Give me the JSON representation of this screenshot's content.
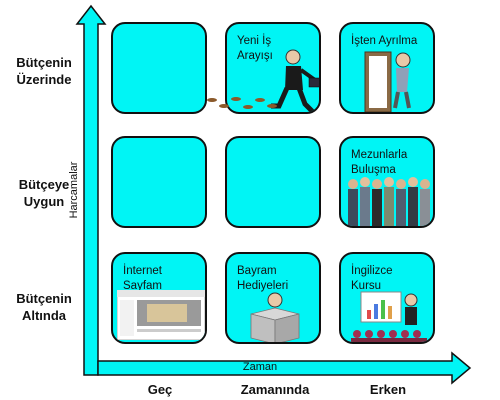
{
  "axes": {
    "y_label": "Harcamalar",
    "x_label": "Zaman",
    "colors": {
      "arrow_fill": "#00f5f5",
      "cell_fill": "#00f5f5",
      "border": "#111111"
    }
  },
  "rows": [
    {
      "line1": "Bütçenin",
      "line2": "Üzerinde"
    },
    {
      "line1": "Bütçeye",
      "line2": "Uygun"
    },
    {
      "line1": "Bütçenin",
      "line2": "Altında"
    }
  ],
  "columns": [
    "Geç",
    "Zamanında",
    "Erken"
  ],
  "cells": {
    "top_middle": {
      "line1": "Yeni İş",
      "line2": "Arayışı",
      "icon": "man-running-with-briefcase"
    },
    "top_right": {
      "line1": "İşten Ayrılma",
      "icon": "man-leaving-through-door"
    },
    "middle_right": {
      "line1": "Mezunlarla",
      "line2": "Buluşma",
      "icon": "group-of-people"
    },
    "bottom_left": {
      "line1": "İnternet",
      "line2": "Sayfam",
      "icon": "website-screenshot"
    },
    "bottom_middle": {
      "line1": "Bayram",
      "line2": "Hediyeleri",
      "icon": "man-in-gift-box"
    },
    "bottom_right": {
      "line1": "İngilizce",
      "line2": "Kursu",
      "icon": "presenter-at-whiteboard"
    }
  }
}
